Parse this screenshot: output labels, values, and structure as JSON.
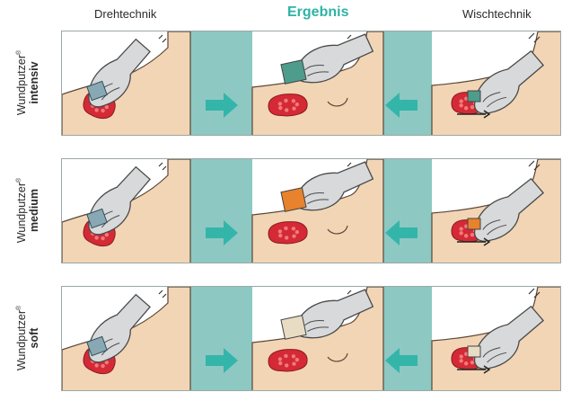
{
  "header": {
    "left": "Drehtechnik",
    "center": "Ergebnis",
    "right": "Wischtechnik"
  },
  "rows": [
    {
      "brand": "Wundputzer",
      "mark": "®",
      "level": "intensiv",
      "pad_color": "#4e9c8c"
    },
    {
      "brand": "Wundputzer",
      "mark": "®",
      "level": "medium",
      "pad_color": "#e8822c"
    },
    {
      "brand": "Wundputzer",
      "mark": "®",
      "level": "soft",
      "pad_color": "#e9dcc4"
    }
  ],
  "colors": {
    "panel": "#8ec8c3",
    "skin": "#f2d5b5",
    "glove": "#d7d9db",
    "wound": "#d42a35",
    "arrow": "#34b5a9",
    "accent": "#2fb3a6"
  }
}
